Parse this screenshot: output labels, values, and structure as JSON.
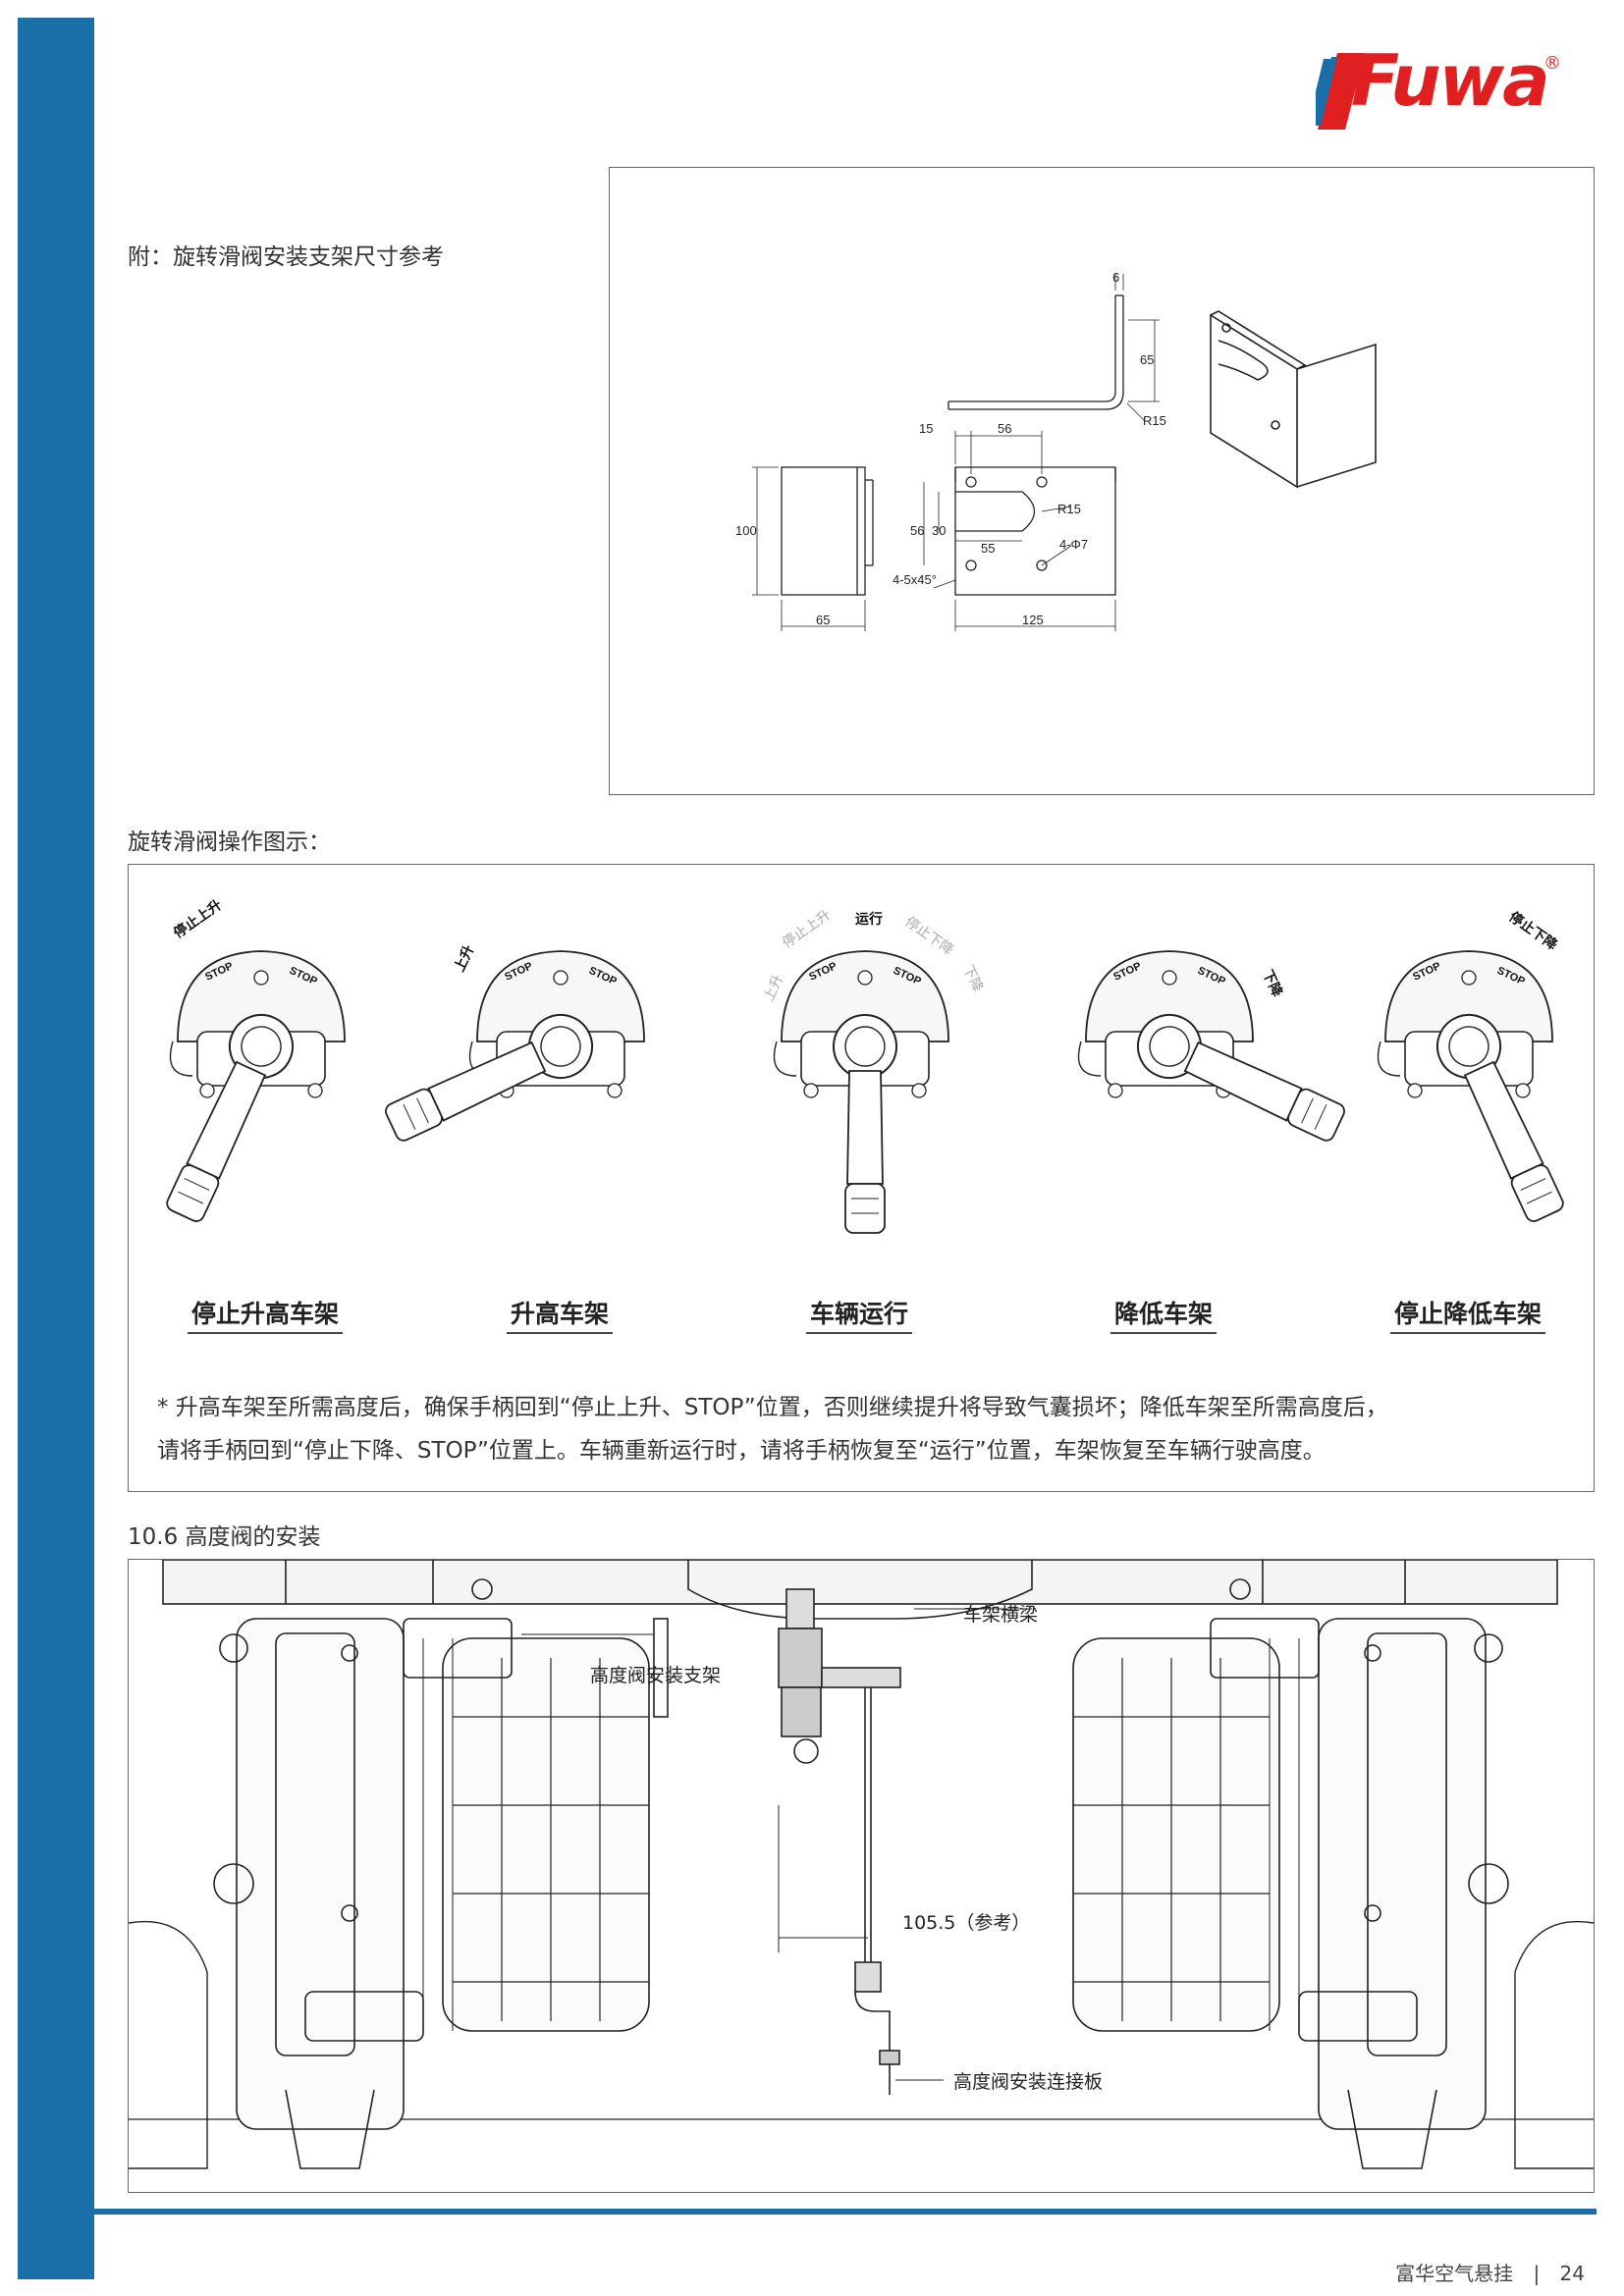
{
  "brand": {
    "name": "Fuwa",
    "reg_mark": "®",
    "color": "#e02020"
  },
  "accent_color": "#1a6fa8",
  "section_bracket": {
    "caption": "附：旋转滑阀安装支架尺寸参考",
    "dims": {
      "d6": "6",
      "d65a": "65",
      "r15a": "R15",
      "d15": "15",
      "d56a": "56",
      "d100": "100",
      "r15b": "R15",
      "d56b": "56",
      "d30": "30",
      "d55": "55",
      "phi7": "4-Φ7",
      "chamfer": "4-5x45°",
      "d65b": "65",
      "d125": "125"
    }
  },
  "section_valve": {
    "caption": "旋转滑阀操作图示：",
    "dial": {
      "stop": "STOP",
      "up": "上升",
      "down": "下降",
      "stop_up": "停止上升",
      "stop_down": "停止下降",
      "run": "运行"
    },
    "positions": [
      {
        "label": "停止升高车架",
        "angle": 25
      },
      {
        "label": "升高车架",
        "angle": 65
      },
      {
        "label": "车辆运行",
        "angle": 0
      },
      {
        "label": "降低车架",
        "angle": -65
      },
      {
        "label": "停止降低车架",
        "angle": -25
      }
    ],
    "note_line1": "* 升高车架至所需高度后，确保手柄回到“停止上升、STOP”位置，否则继续提升将导致气囊损坏；降低车架至所需高度后，",
    "note_line2": "请将手柄回到“停止下降、STOP”位置上。车辆重新运行时，请将手柄恢复至“运行”位置，车架恢复至车辆行驶高度。"
  },
  "section_height_valve": {
    "caption": "10.6  高度阀的安装",
    "callouts": {
      "bracket": "高度阀安装支架",
      "crossbeam": "车架横梁",
      "dimension": "105.5（参考）",
      "plate": "高度阀安装连接板"
    }
  },
  "footer": {
    "title": "富华空气悬挂",
    "separator": "|",
    "page": "24"
  }
}
